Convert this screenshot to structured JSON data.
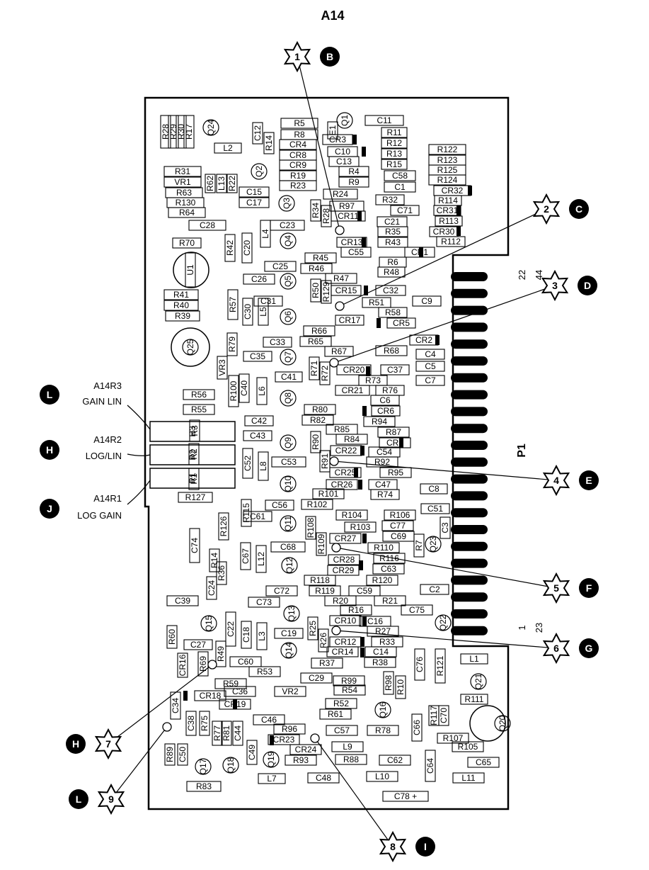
{
  "title": "A14",
  "connector": {
    "label": "P1",
    "pins_top": [
      "22",
      "44"
    ],
    "pins_bottom": [
      "1",
      "23"
    ]
  },
  "side_labels": [
    {
      "letter": "L",
      "lines": [
        "A14R3",
        "GAIN LIN"
      ]
    },
    {
      "letter": "H",
      "lines": [
        "A14R2",
        "LOG/LIN"
      ]
    },
    {
      "letter": "J",
      "lines": [
        "A14R1",
        "LOG GAIN"
      ]
    }
  ],
  "test_points": [
    {
      "num": "1",
      "letter": "B"
    },
    {
      "num": "2",
      "letter": "C"
    },
    {
      "num": "3",
      "letter": "D"
    },
    {
      "num": "4",
      "letter": "E"
    },
    {
      "num": "5",
      "letter": "F"
    },
    {
      "num": "6",
      "letter": "G"
    },
    {
      "num": "7",
      "letter": "H"
    },
    {
      "num": "8",
      "letter": "I"
    },
    {
      "num": "9",
      "letter": "L"
    }
  ],
  "components": [
    "R28",
    "R29",
    "R30",
    "R17",
    "Q24",
    "L2",
    "C12",
    "R14",
    "R5",
    "R8",
    "CR4",
    "CR8",
    "CR9",
    "R19",
    "R23",
    "E1",
    "Q1",
    "C11",
    "CR3",
    "C10",
    "C13",
    "R4",
    "R9",
    "R11",
    "R12",
    "R13",
    "R15",
    "C58",
    "C1",
    "R122",
    "R123",
    "R125",
    "R124",
    "CR32",
    "R31",
    "VR1",
    "R63",
    "R130",
    "R64",
    "R62",
    "L13",
    "R22",
    "Q2",
    "C15",
    "C17",
    "Q3",
    "R24",
    "R97",
    "CR11",
    "R34",
    "R28",
    "R32",
    "C71",
    "R114",
    "CR31",
    "R113",
    "CR30",
    "R112",
    "C28",
    "C23",
    "L4",
    "C20",
    "Q4",
    "C21",
    "R35",
    "R43",
    "CR13",
    "C55",
    "CR1",
    "R70",
    "R42",
    "U1",
    "R45",
    "R46",
    "C25",
    "R6",
    "R48",
    "C26",
    "Q5",
    "R47",
    "R50",
    "R129",
    "CR15",
    "C32",
    "R41",
    "R40",
    "R39",
    "R57",
    "C30",
    "L5",
    "C31",
    "Q6",
    "R51",
    "C9",
    "R58",
    "CR5",
    "CR17",
    "R66",
    "R65",
    "C33",
    "Q25",
    "R79",
    "CR2",
    "R68",
    "C4",
    "C5",
    "C7",
    "C35",
    "VR3",
    "Q7",
    "R67",
    "R71",
    "R72",
    "CR20",
    "C37",
    "R73",
    "R76",
    "CR21",
    "C41",
    "C40",
    "L6",
    "R100",
    "Q8",
    "C6",
    "CR6",
    "R56",
    "R55",
    "R80",
    "R82",
    "R94",
    "C42",
    "R85",
    "R84",
    "R87",
    "CR7",
    "R3",
    "C43",
    "Q9",
    "R90",
    "R91",
    "CR22",
    "C54",
    "R2",
    "C52",
    "L8",
    "C53",
    "R92",
    "CR25",
    "R95",
    "Q10",
    "CR26",
    "C47",
    "R74",
    "R1",
    "C8",
    "R127",
    "R101",
    "R102",
    "C56",
    "C61",
    "R115",
    "R126",
    "Q11",
    "R108",
    "R109",
    "R104",
    "R103",
    "R106",
    "C51",
    "C77",
    "C3",
    "Q23",
    "C74",
    "C67",
    "L12",
    "C68",
    "CR27",
    "C69",
    "R110",
    "R116",
    "R7",
    "Q12",
    "CR28",
    "CR29",
    "C63",
    "R14",
    "R36",
    "C24",
    "R118",
    "R120",
    "C72",
    "R119",
    "C59",
    "C2",
    "C39",
    "C73",
    "R20",
    "R21",
    "Q13",
    "R16",
    "C75",
    "R60",
    "Q15",
    "C22",
    "C18",
    "L3",
    "C19",
    "R25",
    "CR10",
    "C16",
    "R27",
    "Q22",
    "C27",
    "R49",
    "R26",
    "CR12",
    "R33",
    "Q14",
    "CR14",
    "C14",
    "R121",
    "L1",
    "CR16",
    "R69",
    "C60",
    "R37",
    "R38",
    "C76",
    "R53",
    "C29",
    "R99",
    "R54",
    "R98",
    "R10",
    "Q21",
    "R59",
    "CR18",
    "C36",
    "CR19",
    "VR2",
    "R52",
    "R111",
    "C34",
    "R61",
    "Q16",
    "R117",
    "C70",
    "C38",
    "R75",
    "R77",
    "R81",
    "C44",
    "C46",
    "R96",
    "C57",
    "R78",
    "C66",
    "Q20",
    "R89",
    "C50",
    "C49",
    "CR23",
    "CR24",
    "L9",
    "R107",
    "R105",
    "Q17",
    "Q18",
    "Q19",
    "R93",
    "R88",
    "C62",
    "C64",
    "C65",
    "R83",
    "L7",
    "C48",
    "L10",
    "C78 +",
    "L11"
  ]
}
